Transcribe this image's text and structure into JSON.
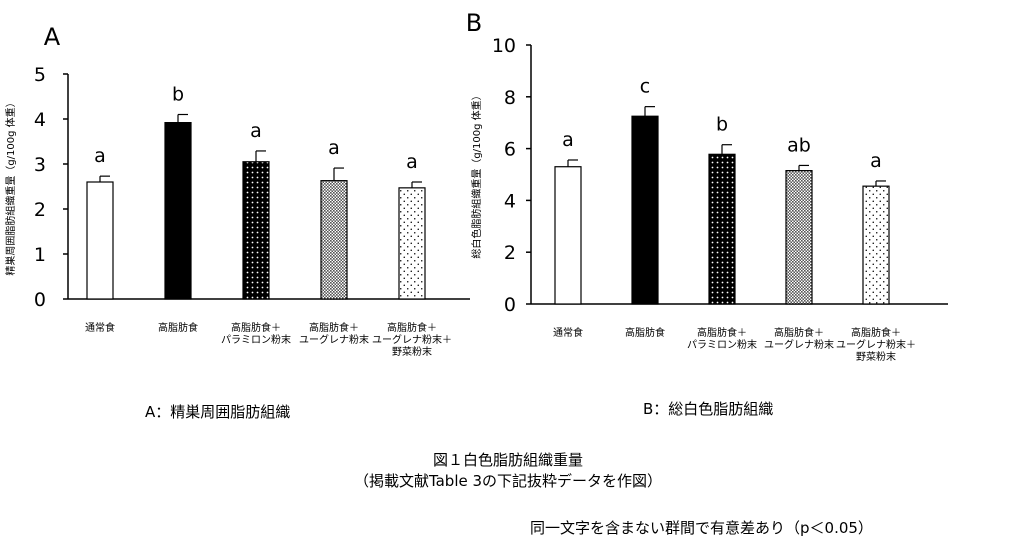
{
  "chart_data": [
    {
      "type": "bar",
      "panel_label": "A",
      "ylabel": "精巣周囲脂肪組織重量（g/100g 体重）",
      "ylim": [
        0,
        5
      ],
      "yticks": [
        0,
        1,
        2,
        3,
        4,
        5
      ],
      "grid": false,
      "categories": [
        [
          "通常食"
        ],
        [
          "高脂肪食"
        ],
        [
          "高脂肪食＋",
          "パラミロン粉末"
        ],
        [
          "高脂肪食＋",
          "ユーグレナ粉末"
        ],
        [
          "高脂肪食＋",
          "ユーグレナ粉末＋",
          "野菜粉末"
        ]
      ],
      "values": [
        2.6,
        3.92,
        3.05,
        2.63,
        2.47
      ],
      "errors": [
        0.13,
        0.18,
        0.24,
        0.28,
        0.13
      ],
      "significance_letters": [
        "a",
        "b",
        "a",
        "a",
        "a"
      ],
      "fills": [
        "white",
        "black",
        "dots-on-black",
        "fine-gray",
        "sparse-dots"
      ],
      "caption": "A：精巣周囲脂肪組織"
    },
    {
      "type": "bar",
      "panel_label": "B",
      "ylabel": "総白色脂肪組織重量（g/100g 体重）",
      "ylim": [
        0,
        10
      ],
      "yticks": [
        0,
        2,
        4,
        6,
        8,
        10
      ],
      "grid": false,
      "categories": [
        [
          "通常食"
        ],
        [
          "高脂肪食"
        ],
        [
          "高脂肪食＋",
          "パラミロン粉末"
        ],
        [
          "高脂肪食＋",
          "ユーグレナ粉末"
        ],
        [
          "高脂肪食＋",
          "ユーグレナ粉末＋",
          "野菜粉末"
        ]
      ],
      "values": [
        5.3,
        7.25,
        5.78,
        5.15,
        4.55
      ],
      "errors": [
        0.26,
        0.37,
        0.37,
        0.2,
        0.2
      ],
      "significance_letters": [
        "a",
        "c",
        "b",
        "ab",
        "a"
      ],
      "fills": [
        "white",
        "black",
        "dots-on-black",
        "fine-gray",
        "sparse-dots"
      ],
      "caption": "B：総白色脂肪組織"
    }
  ],
  "figure": {
    "title": "図１白色脂肪組織重量",
    "subtitle": "（掲載文献Table 3の下記抜粋データを作図）",
    "note": "同一文字を含まない群間で有意差あり（p＜0.05）"
  }
}
